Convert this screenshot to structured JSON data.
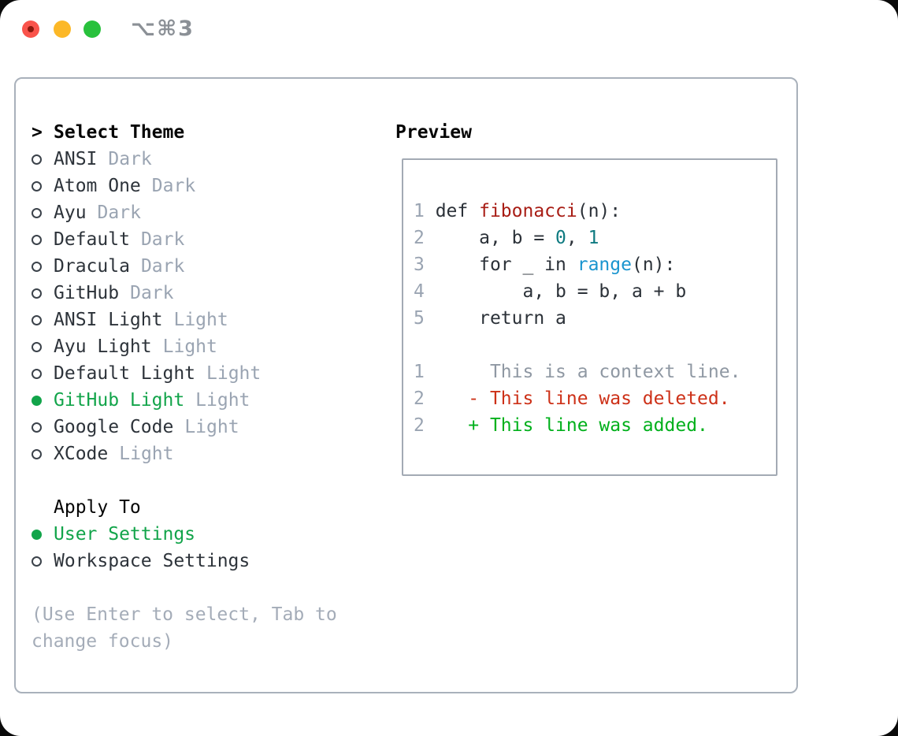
{
  "window": {
    "title": "⌥⌘3",
    "traffic_lights": [
      "close",
      "minimize",
      "zoom"
    ]
  },
  "theme_picker": {
    "heading": "Select Theme",
    "caret": ">",
    "items": [
      {
        "label": "ANSI",
        "tag": "Dark",
        "selected": false
      },
      {
        "label": "Atom One",
        "tag": "Dark",
        "selected": false
      },
      {
        "label": "Ayu",
        "tag": "Dark",
        "selected": false
      },
      {
        "label": "Default",
        "tag": "Dark",
        "selected": false
      },
      {
        "label": "Dracula",
        "tag": "Dark",
        "selected": false
      },
      {
        "label": "GitHub",
        "tag": "Dark",
        "selected": false
      },
      {
        "label": "ANSI Light",
        "tag": "Light",
        "selected": false
      },
      {
        "label": "Ayu Light",
        "tag": "Light",
        "selected": false
      },
      {
        "label": "Default Light",
        "tag": "Light",
        "selected": false
      },
      {
        "label": "GitHub Light",
        "tag": "Light",
        "selected": true
      },
      {
        "label": "Google Code",
        "tag": "Light",
        "selected": false
      },
      {
        "label": "XCode",
        "tag": "Light",
        "selected": false
      }
    ],
    "apply_heading": "Apply To",
    "apply_items": [
      {
        "label": "User Settings",
        "selected": true
      },
      {
        "label": "Workspace Settings",
        "selected": false
      }
    ],
    "help": "(Use Enter to select, Tab to change focus)"
  },
  "preview": {
    "heading": "Preview",
    "lines": [
      {
        "num": "1",
        "segments": [
          {
            "c": "code",
            "t": "def "
          },
          {
            "c": "func",
            "t": "fibonacci"
          },
          {
            "c": "code",
            "t": "(n):"
          }
        ]
      },
      {
        "num": "2",
        "segments": [
          {
            "c": "code",
            "t": "    a, b = "
          },
          {
            "c": "num",
            "t": "0"
          },
          {
            "c": "code",
            "t": ", "
          },
          {
            "c": "num",
            "t": "1"
          }
        ]
      },
      {
        "num": "3",
        "segments": [
          {
            "c": "code",
            "t": "    for _ in "
          },
          {
            "c": "builtin",
            "t": "range"
          },
          {
            "c": "code",
            "t": "(n):"
          }
        ]
      },
      {
        "num": "4",
        "segments": [
          {
            "c": "code",
            "t": "        a, b = b, a + b"
          }
        ]
      },
      {
        "num": "5",
        "segments": [
          {
            "c": "code",
            "t": "    return a"
          }
        ]
      },
      {
        "num": "",
        "segments": []
      },
      {
        "num": "1",
        "segments": [
          {
            "c": "context",
            "t": "     This is a context line."
          }
        ]
      },
      {
        "num": "2",
        "segments": [
          {
            "c": "deleted",
            "t": "   - This line was deleted."
          }
        ]
      },
      {
        "num": "2",
        "segments": [
          {
            "c": "added",
            "t": "   + This line was added."
          }
        ]
      }
    ]
  },
  "colors": {
    "selection_green": "#12a44a",
    "added_green": "#00b01b",
    "deleted_red": "#cd3118",
    "function_red": "#a81d15",
    "builtin_blue": "#1a95cf",
    "number_teal": "#0e7a80",
    "muted_gray": "#9aa4b2",
    "panel_border": "#a9b1bb",
    "traffic_close": "#f9534b",
    "traffic_minimize": "#fcb827",
    "traffic_zoom": "#28c13c"
  }
}
